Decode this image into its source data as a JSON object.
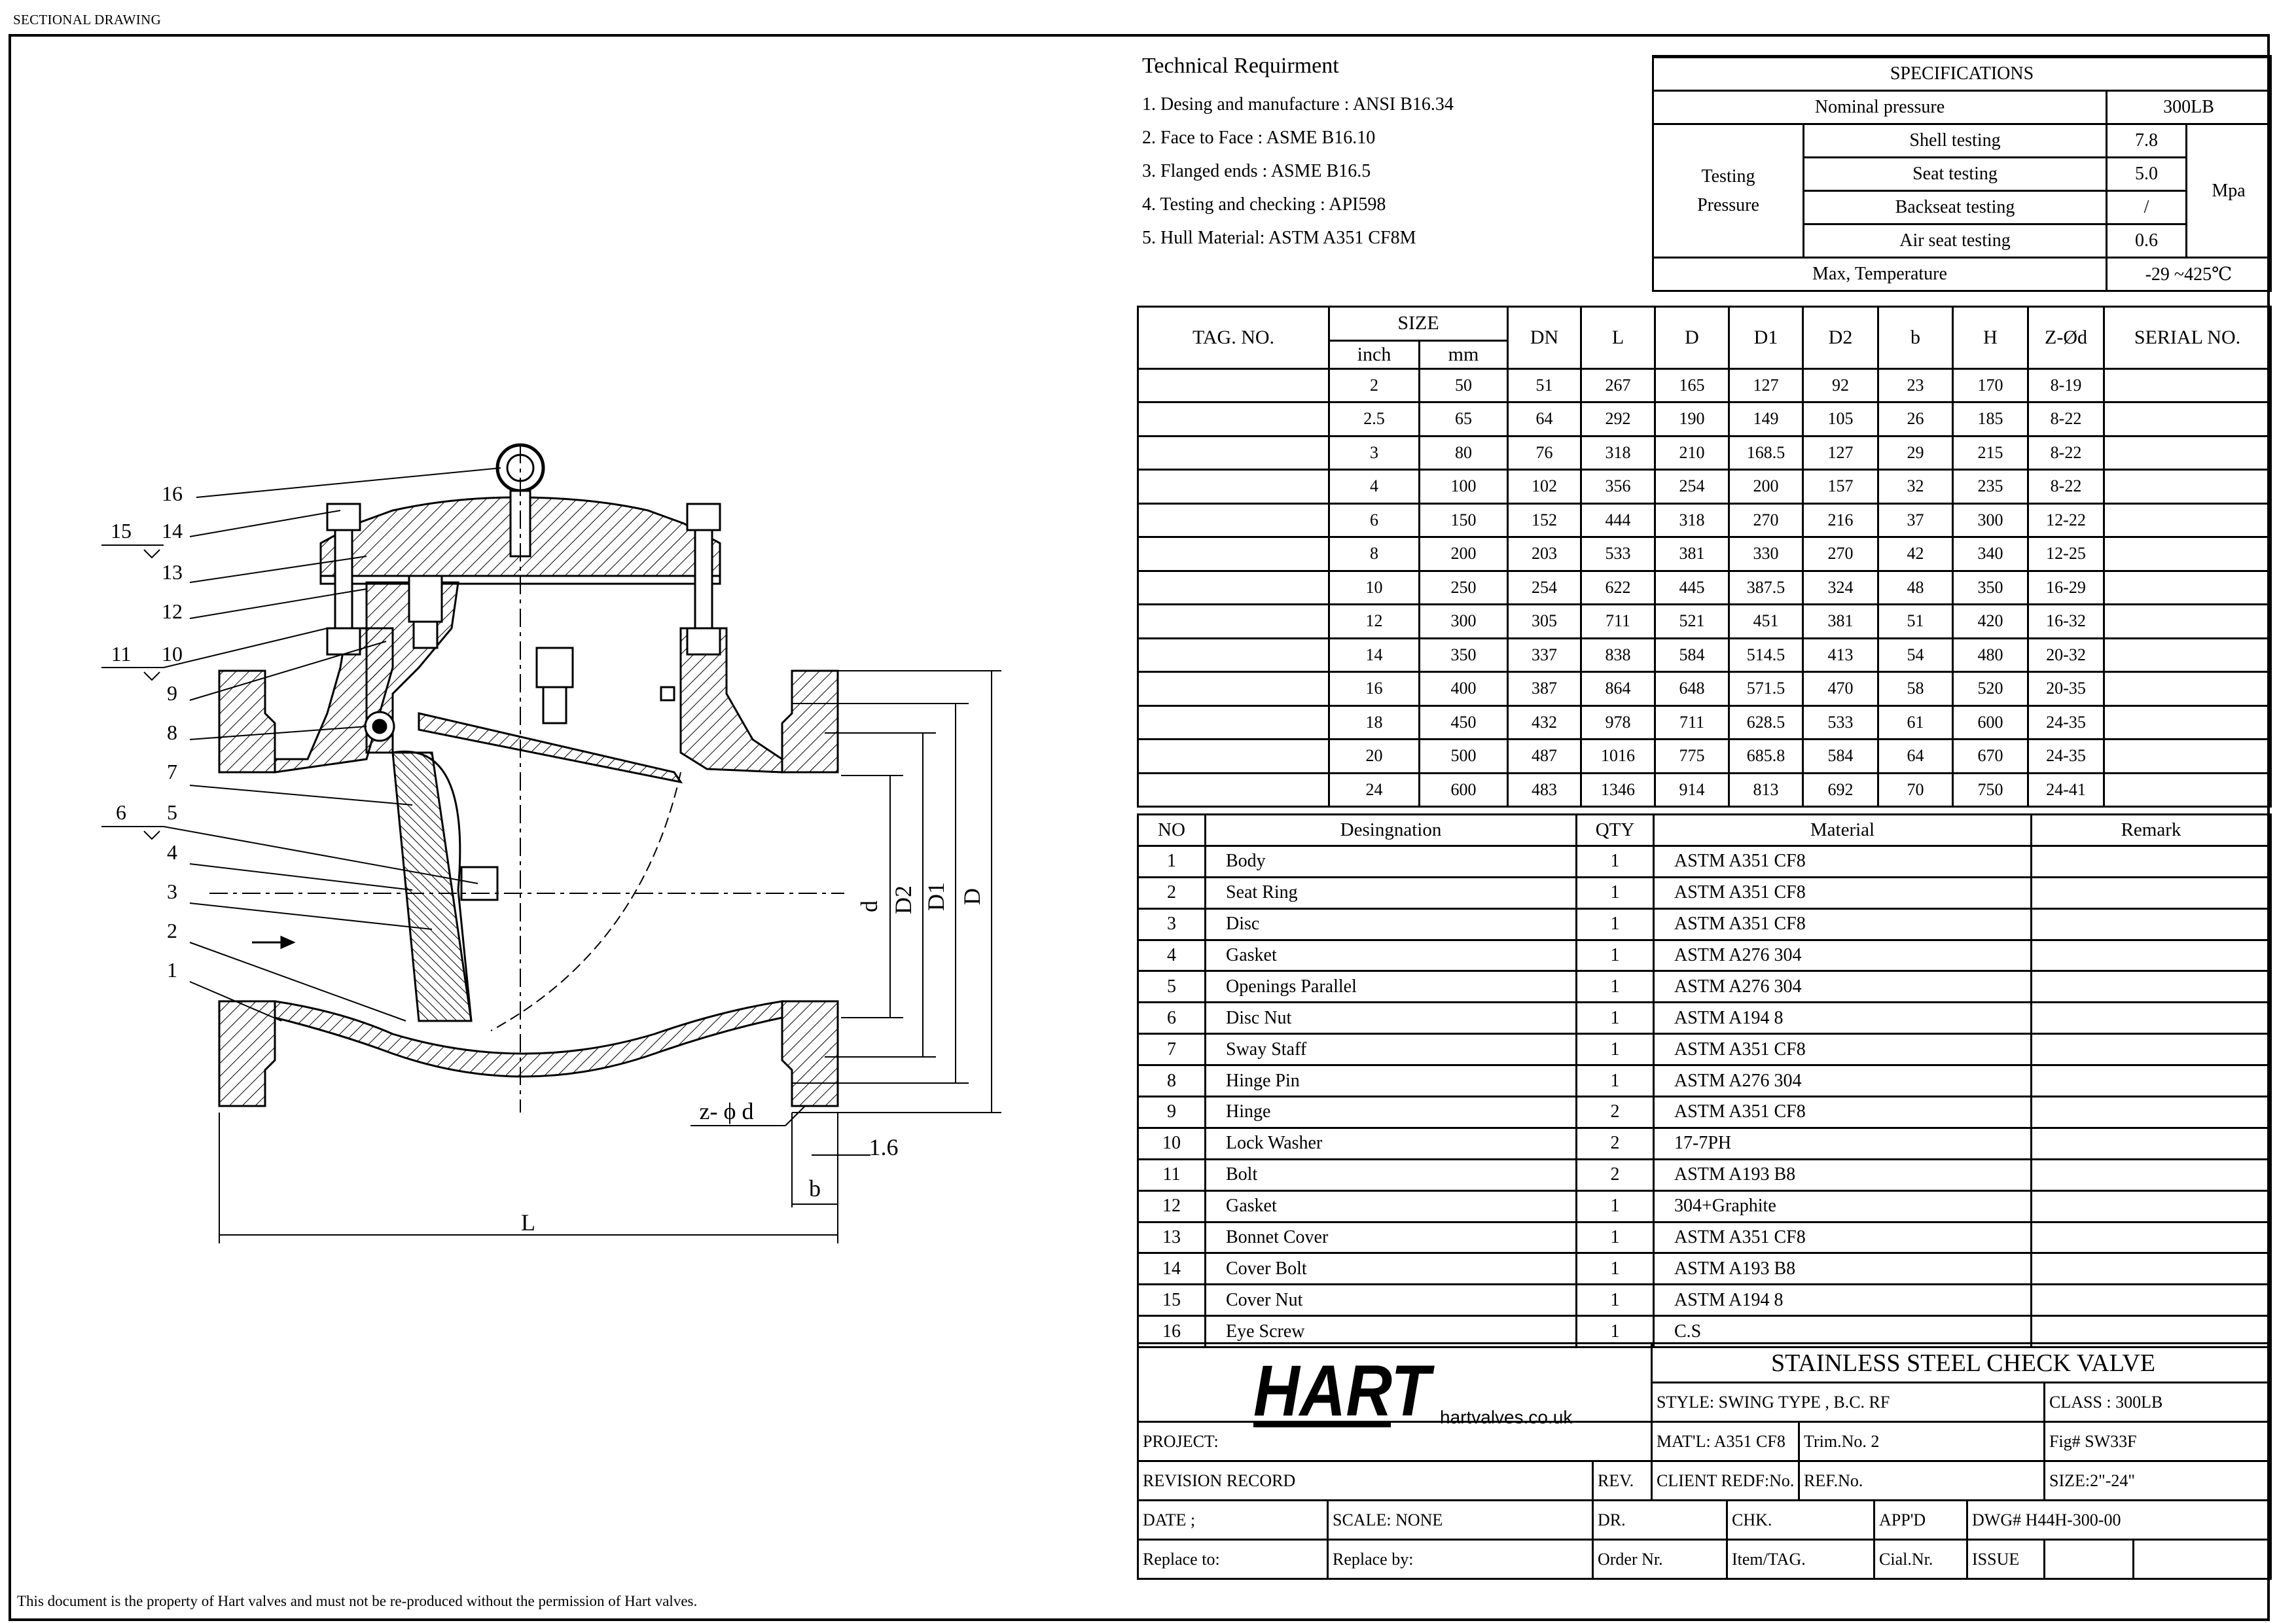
{
  "header_label": "SECTIONAL DRAWING",
  "footer_note": "This document is the property of Hart valves and must not be re-produced without the permission of Hart valves.",
  "tech_requirements": {
    "title": "Technical Requirment",
    "items": [
      "1. Desing and manufacture : ANSI B16.34",
      "2. Face  to  Face : ASME B16.10",
      "3. Flanged ends : ASME B16.5",
      "4. Testing and checking : API598",
      "5. Hull Material: ASTM A351 CF8M"
    ]
  },
  "specifications": {
    "title": "SPECIFICATIONS",
    "nominal_pressure_label": "Nominal pressure",
    "nominal_pressure_value": "300LB",
    "testing_label_1": "Testing",
    "testing_label_2": "Pressure",
    "tests": [
      {
        "name": "Shell testing",
        "value": "7.8"
      },
      {
        "name": "Seat testing",
        "value": "5.0"
      },
      {
        "name": "Backseat testing",
        "value": "/"
      },
      {
        "name": "Air seat testing",
        "value": "0.6"
      }
    ],
    "unit": "Mpa",
    "max_temp_label": "Max, Temperature",
    "max_temp_value": "-29 ~425℃"
  },
  "size_table": {
    "headers": {
      "tag": "TAG. NO.",
      "size": "SIZE",
      "inch": "inch",
      "mm": "mm",
      "dn": "DN",
      "l": "L",
      "d": "D",
      "d1": "D1",
      "d2": "D2",
      "b": "b",
      "h": "H",
      "z": "Z-Ød",
      "serial": "SERIAL NO."
    },
    "rows": [
      [
        "2",
        "50",
        "51",
        "267",
        "165",
        "127",
        "92",
        "23",
        "170",
        "8-19"
      ],
      [
        "2.5",
        "65",
        "64",
        "292",
        "190",
        "149",
        "105",
        "26",
        "185",
        "8-22"
      ],
      [
        "3",
        "80",
        "76",
        "318",
        "210",
        "168.5",
        "127",
        "29",
        "215",
        "8-22"
      ],
      [
        "4",
        "100",
        "102",
        "356",
        "254",
        "200",
        "157",
        "32",
        "235",
        "8-22"
      ],
      [
        "6",
        "150",
        "152",
        "444",
        "318",
        "270",
        "216",
        "37",
        "300",
        "12-22"
      ],
      [
        "8",
        "200",
        "203",
        "533",
        "381",
        "330",
        "270",
        "42",
        "340",
        "12-25"
      ],
      [
        "10",
        "250",
        "254",
        "622",
        "445",
        "387.5",
        "324",
        "48",
        "350",
        "16-29"
      ],
      [
        "12",
        "300",
        "305",
        "711",
        "521",
        "451",
        "381",
        "51",
        "420",
        "16-32"
      ],
      [
        "14",
        "350",
        "337",
        "838",
        "584",
        "514.5",
        "413",
        "54",
        "480",
        "20-32"
      ],
      [
        "16",
        "400",
        "387",
        "864",
        "648",
        "571.5",
        "470",
        "58",
        "520",
        "20-35"
      ],
      [
        "18",
        "450",
        "432",
        "978",
        "711",
        "628.5",
        "533",
        "61",
        "600",
        "24-35"
      ],
      [
        "20",
        "500",
        "487",
        "1016",
        "775",
        "685.8",
        "584",
        "64",
        "670",
        "24-35"
      ],
      [
        "24",
        "600",
        "483",
        "1346",
        "914",
        "813",
        "692",
        "70",
        "750",
        "24-41"
      ]
    ]
  },
  "parts_table": {
    "headers": {
      "no": "NO",
      "designation": "Desingnation",
      "qty": "QTY",
      "material": "Material",
      "remark": "Remark"
    },
    "rows": [
      [
        "1",
        "Body",
        "1",
        "ASTM A351 CF8"
      ],
      [
        "2",
        "Seat Ring",
        "1",
        "ASTM A351 CF8"
      ],
      [
        "3",
        "Disc",
        "1",
        "ASTM A351 CF8"
      ],
      [
        "4",
        "Gasket",
        "1",
        "ASTM A276 304"
      ],
      [
        "5",
        "Openings Parallel",
        "1",
        "ASTM A276 304"
      ],
      [
        "6",
        "Disc Nut",
        "1",
        "ASTM A194 8"
      ],
      [
        "7",
        "Sway Staff",
        "1",
        "ASTM A351 CF8"
      ],
      [
        "8",
        "Hinge Pin",
        "1",
        "ASTM A276 304"
      ],
      [
        "9",
        "Hinge",
        "2",
        "ASTM A351 CF8"
      ],
      [
        "10",
        "Lock Washer",
        "2",
        "17-7PH"
      ],
      [
        "11",
        "Bolt",
        "2",
        "ASTM A193 B8"
      ],
      [
        "12",
        "Gasket",
        "1",
        "304+Graphite"
      ],
      [
        "13",
        "Bonnet Cover",
        "1",
        "ASTM A351 CF8"
      ],
      [
        "14",
        "Cover Bolt",
        "1",
        "ASTM A193 B8"
      ],
      [
        "15",
        "Cover Nut",
        "1",
        "ASTM A194 8"
      ],
      [
        "16",
        "Eye Screw",
        "1",
        "C.S"
      ]
    ]
  },
  "title_block": {
    "logo_text": "HART",
    "logo_url": "hartvalves.co.uk",
    "product_title": "STAINLESS STEEL CHECK VALVE",
    "style": "STYLE: SWING TYPE , B.C. RF",
    "class": "CLASS : 300LB",
    "project": "PROJECT:",
    "matl": "MAT'L: A351 CF8",
    "trim": "Trim.No.  2",
    "fig": "Fig# SW33F",
    "revision_record": "REVISION RECORD",
    "rev": "REV.",
    "client_redf": "CLIENT REDF:No.",
    "ref_no": "REF.No.",
    "size_range": "SIZE:2\"-24\"",
    "date": "DATE   ;",
    "scale": "SCALE: NONE",
    "dr": "DR.",
    "chk": "CHK.",
    "appd": "APP'D",
    "dwg": "DWG#  H44H-300-00",
    "replace_to": "Replace to:",
    "replace_by": "Replace by:",
    "order_nr": "Order Nr.",
    "item_tag": "Item/TAG.",
    "cial_nr": "Cial.Nr.",
    "issue": "ISSUE"
  },
  "drawing": {
    "balloons": [
      "16",
      "15",
      "14",
      "13",
      "12",
      "11",
      "10",
      "9",
      "8",
      "7",
      "6",
      "5",
      "4",
      "3",
      "2",
      "1"
    ],
    "dimensions": {
      "d": "d",
      "d2": "D2",
      "d1": "D1",
      "D": "D",
      "L": "L",
      "b": "b",
      "gap": "1.6",
      "zphi": "z- ϕ d"
    }
  }
}
